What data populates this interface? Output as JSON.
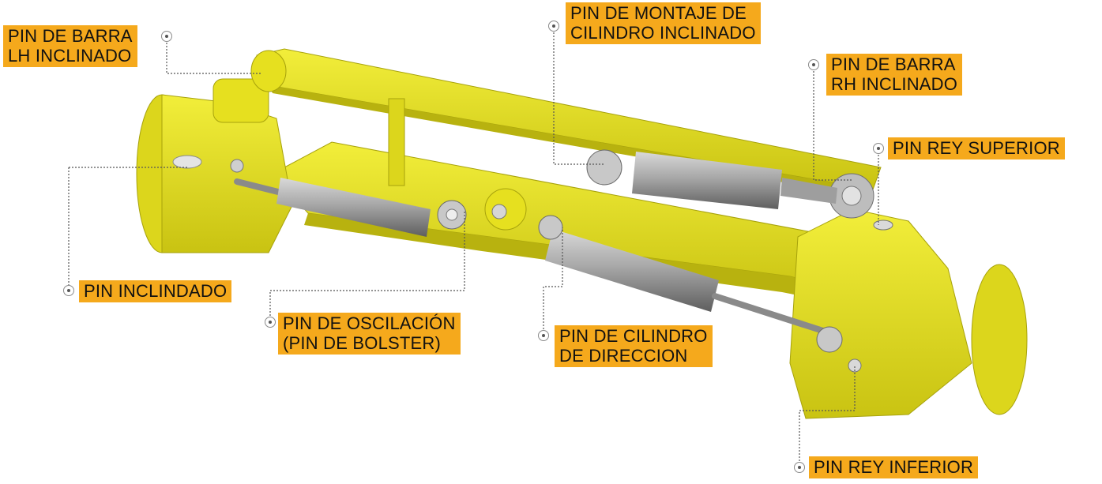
{
  "colors": {
    "accent": "#f5a91c",
    "part_yellow": "#e8e21a",
    "part_shadow": "#b8b20f",
    "cylinder": "#9a9a9a",
    "leader_line": "#555555"
  },
  "callouts": [
    {
      "id": "pin-barra-lh",
      "lines": [
        "PIN DE BARRA",
        "LH INCLINADO"
      ]
    },
    {
      "id": "pin-montaje-cilindro",
      "lines": [
        "PIN DE MONTAJE DE",
        "CILINDRO INCLINADO"
      ]
    },
    {
      "id": "pin-barra-rh",
      "lines": [
        "PIN DE BARRA",
        "RH INCLINADO"
      ]
    },
    {
      "id": "pin-rey-superior",
      "lines": [
        "PIN REY SUPERIOR"
      ]
    },
    {
      "id": "pin-inclindado",
      "lines": [
        "PIN INCLINDADO"
      ]
    },
    {
      "id": "pin-oscilacion",
      "lines": [
        "PIN DE OSCILACIÓN",
        "(PIN DE BOLSTER)"
      ]
    },
    {
      "id": "pin-cilindro-direccion",
      "lines": [
        "PIN DE CILINDRO",
        "DE DIRECCION"
      ]
    },
    {
      "id": "pin-rey-inferior",
      "lines": [
        "PIN REY INFERIOR"
      ]
    }
  ]
}
